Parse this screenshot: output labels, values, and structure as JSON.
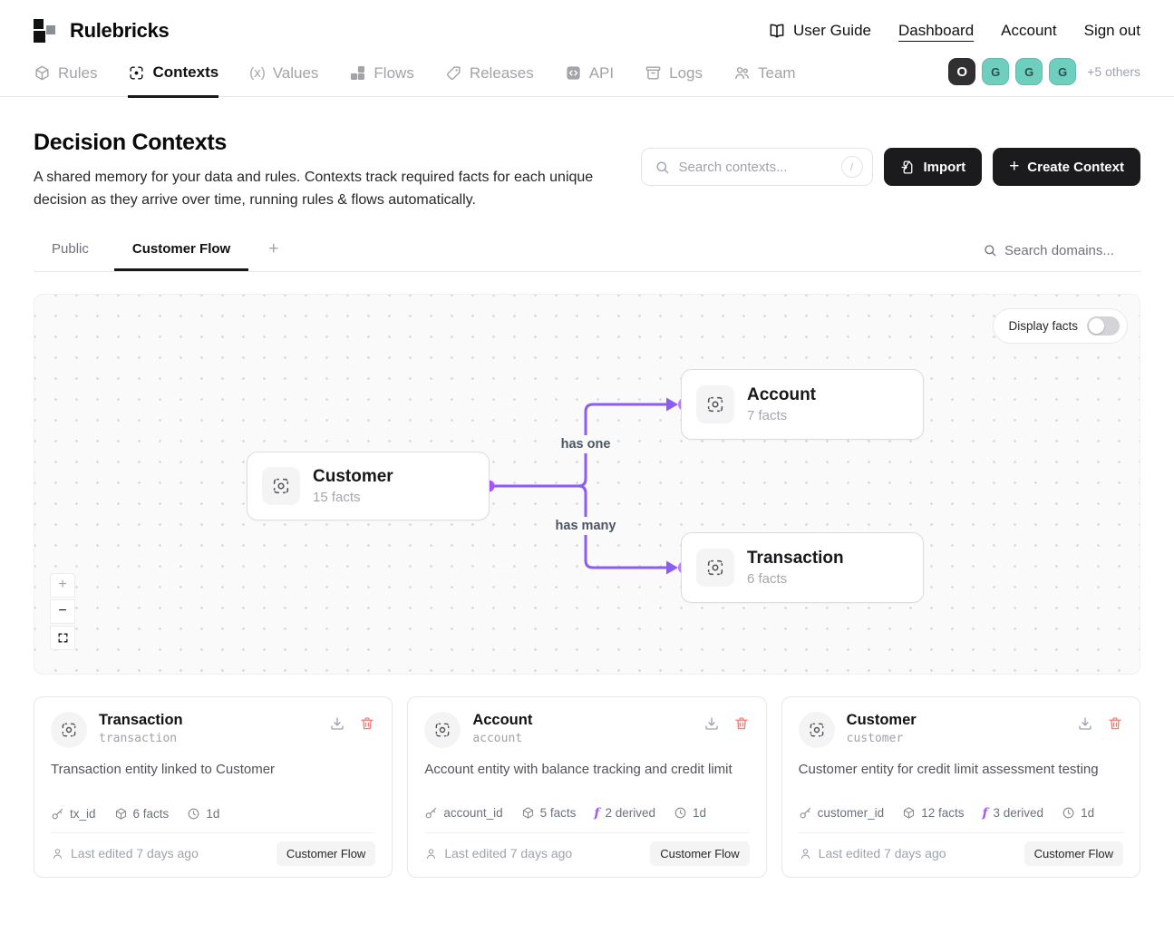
{
  "brand": {
    "name": "Rulebricks"
  },
  "header": {
    "user_guide": "User Guide",
    "dashboard": "Dashboard",
    "account": "Account",
    "sign_out": "Sign out"
  },
  "nav": {
    "tabs": [
      {
        "label": "Rules"
      },
      {
        "label": "Contexts",
        "active": true
      },
      {
        "label": "Values"
      },
      {
        "label": "Flows"
      },
      {
        "label": "Releases"
      },
      {
        "label": "API"
      },
      {
        "label": "Logs"
      },
      {
        "label": "Team"
      }
    ],
    "avatars": [
      {
        "initial": "O"
      },
      {
        "initial": "G"
      },
      {
        "initial": "G"
      },
      {
        "initial": "G"
      }
    ],
    "others": "+5 others"
  },
  "page": {
    "title": "Decision Contexts",
    "description": "A shared memory for your data and rules. Contexts track required facts for each unique decision as they arrive over time, running rules & flows automatically.",
    "search_placeholder": "Search contexts...",
    "shortcut": "/",
    "import_label": "Import",
    "create_label": "Create Context",
    "plus": "+"
  },
  "domains": {
    "tabs": [
      {
        "label": "Public"
      },
      {
        "label": "Customer Flow",
        "active": true
      }
    ],
    "add_label": "+",
    "search_placeholder": "Search domains..."
  },
  "canvas": {
    "display_facts_label": "Display facts",
    "toggle_on": false,
    "nodes": [
      {
        "name": "Customer",
        "facts": "15 facts"
      },
      {
        "name": "Account",
        "facts": "7 facts"
      },
      {
        "name": "Transaction",
        "facts": "6 facts"
      }
    ],
    "edges": [
      {
        "label": "has one"
      },
      {
        "label": "has many"
      }
    ],
    "zoom_in": "+",
    "zoom_out": "−"
  },
  "cards": [
    {
      "title": "Transaction",
      "slug": "transaction",
      "description": "Transaction entity linked to Customer",
      "meta": {
        "key": "tx_id",
        "facts": "6 facts",
        "ttl": "1d"
      },
      "edited": "Last edited 7 days ago",
      "badge": "Customer Flow"
    },
    {
      "title": "Account",
      "slug": "account",
      "description": "Account entity with balance tracking and credit limit",
      "meta": {
        "key": "account_id",
        "facts": "5 facts",
        "derived": "2 derived",
        "ttl": "1d"
      },
      "edited": "Last edited 7 days ago",
      "badge": "Customer Flow"
    },
    {
      "title": "Customer",
      "slug": "customer",
      "description": "Customer entity for credit limit assessment testing",
      "meta": {
        "key": "customer_id",
        "facts": "12 facts",
        "derived": "3 derived",
        "ttl": "1d"
      },
      "edited": "Last edited 7 days ago",
      "badge": "Customer Flow"
    }
  ],
  "colors": {
    "accent_purple": "#8b5cf6",
    "handle_purple": "#b97df5",
    "avatar_teal": "#6fcfbf",
    "delete_red": "#f47b74",
    "button_dark": "#1b1b1d"
  }
}
